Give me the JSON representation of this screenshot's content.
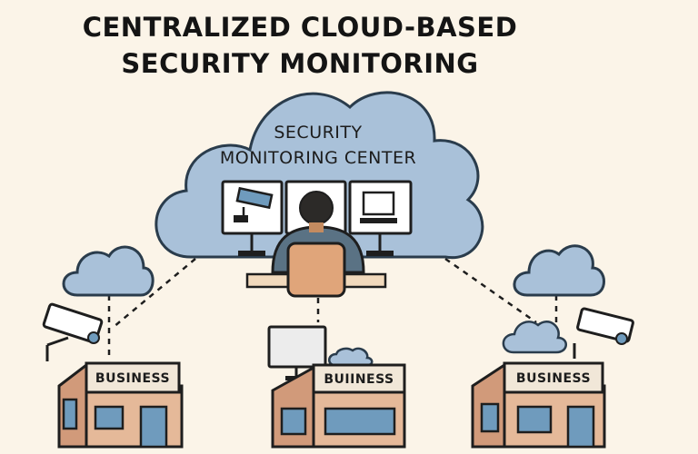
{
  "title": {
    "line1": "CENTRALIZED CLOUD-BASED",
    "line2": "SECURITY MONITORING"
  },
  "center_cloud": {
    "label_line1": "SECURITY",
    "label_line2": "MONITORING CENTER"
  },
  "buildings": [
    {
      "sign": "BUSINESS"
    },
    {
      "sign": "BUIINESS"
    },
    {
      "sign": "BUSINESS"
    }
  ],
  "colors": {
    "background": "#fbf4e8",
    "cloud": "#a9c1d9",
    "cloud_outline": "#2a3c4c",
    "building": "#e5b999",
    "building_dark": "#d19a7a",
    "window": "#6f9bbd",
    "sign": "#f1e7d8",
    "chair": "#e0a57a",
    "desk": "#f1d9bc"
  }
}
